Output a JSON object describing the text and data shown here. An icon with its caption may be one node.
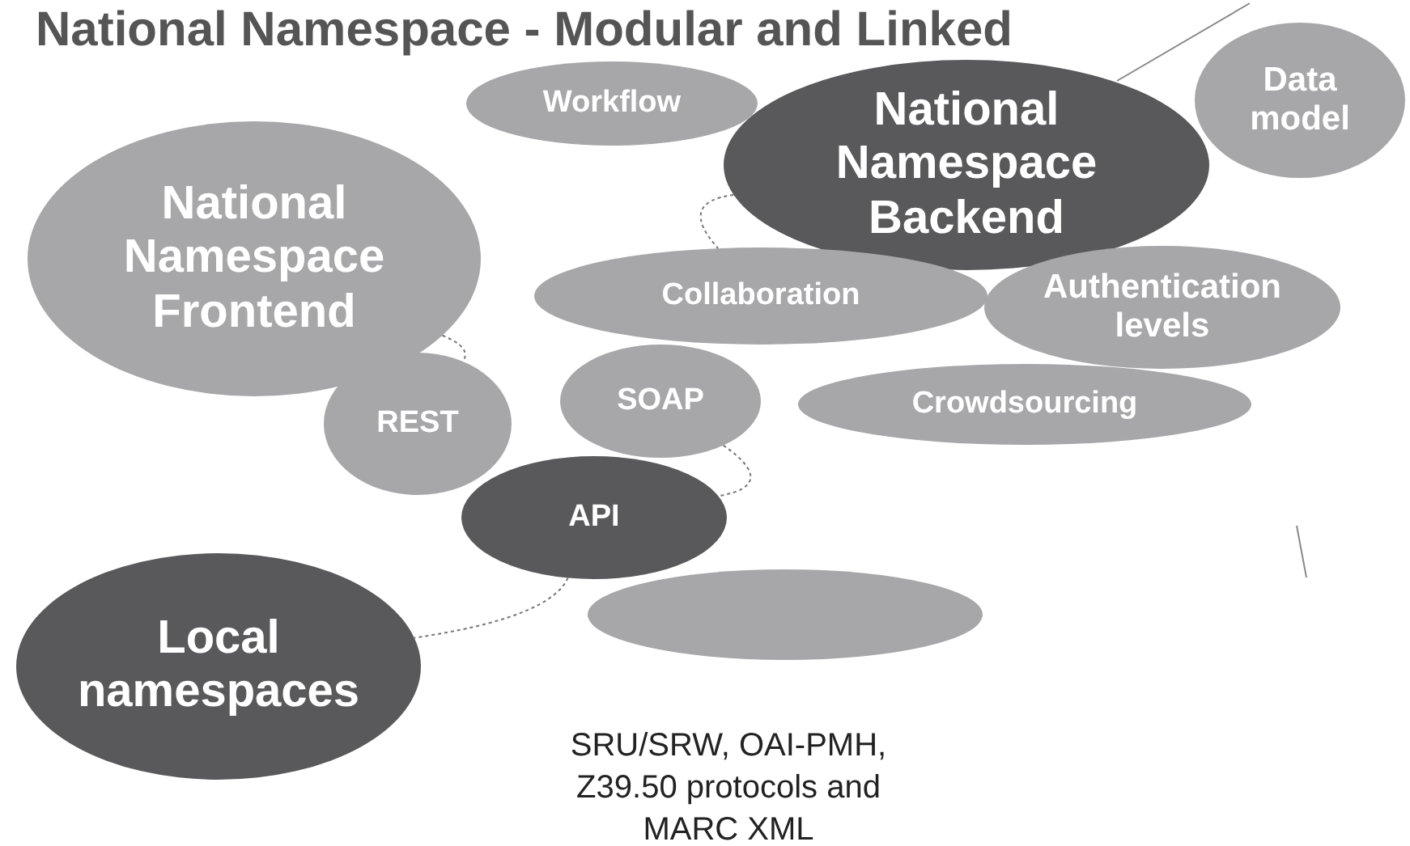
{
  "diagram": {
    "title": "National Namespace - Modular and Linked",
    "nodes": [
      {
        "text": [
          "Workflow"
        ]
      },
      {
        "text": [
          "National Namespace Backend"
        ]
      },
      {
        "text": [
          "Data model"
        ]
      },
      {
        "text": [
          "National Namespace Frontend"
        ]
      },
      {
        "text": [
          "Collaboration"
        ]
      },
      {
        "text": [
          "Authentication levels"
        ]
      },
      {
        "text": [
          "SOAP"
        ]
      },
      {
        "text": [
          "Crowdsourcing"
        ]
      },
      {
        "text": [
          "REST"
        ]
      },
      {
        "text": [
          "API"
        ]
      },
      {
        "text": [],
        "shape": "ellipse"
      },
      {
        "text": [
          "Local namespaces"
        ]
      }
    ],
    "edges": [
      {
        "from": 3,
        "to": 8,
        "arrow": "none",
        "style": "dashed"
      },
      {
        "from": 1,
        "to": 4,
        "arrow": "none",
        "style": "dashed"
      },
      {
        "from": 6,
        "to": 9,
        "arrow": "none",
        "style": "dashed"
      },
      {
        "from": 9,
        "to": 11,
        "arrow": "none",
        "style": "dashed"
      }
    ],
    "labels": [
      "SRU/SRW, OAI-PMH, Z39.50 protocols and MARC XML"
    ]
  }
}
